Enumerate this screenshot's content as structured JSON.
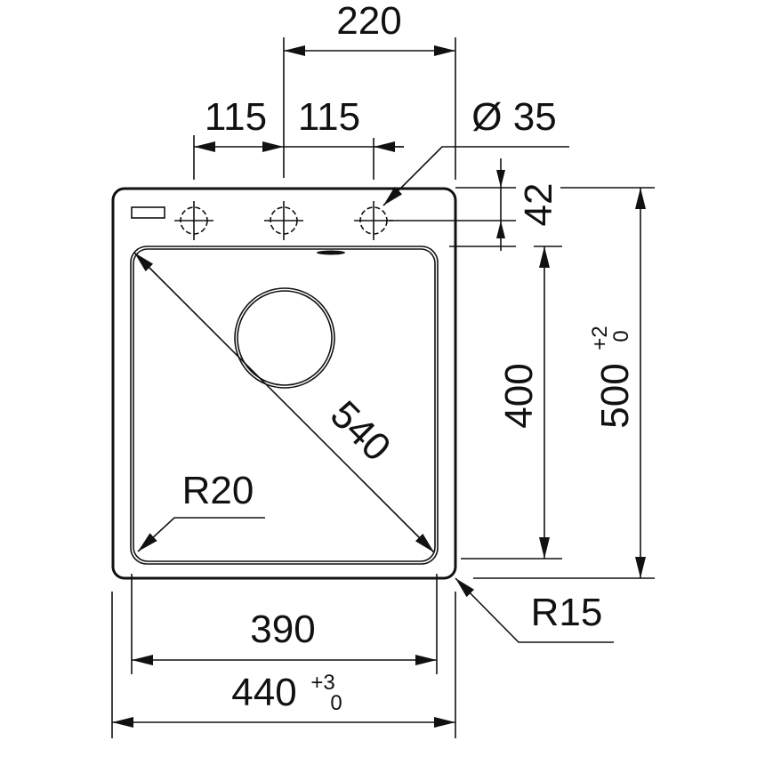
{
  "drawing": {
    "title": "Sink dimension drawing",
    "colors": {
      "line": "#111111",
      "background": "#ffffff"
    },
    "dimensions": {
      "tap_span": "220",
      "tap_spacing_left": "115",
      "tap_spacing_right": "115",
      "tap_hole_diameter": "Ø 35",
      "tap_hole_offset": "42",
      "bowl_depth": "400",
      "overall_depth": "500",
      "overall_depth_tol_upper": "+2",
      "overall_depth_tol_lower": "0",
      "bowl_diagonal": "540",
      "bowl_radius": "R20",
      "outer_radius": "R15",
      "bowl_width": "390",
      "overall_width": "440",
      "overall_width_tol_upper": "+3",
      "overall_width_tol_lower": "0"
    }
  }
}
